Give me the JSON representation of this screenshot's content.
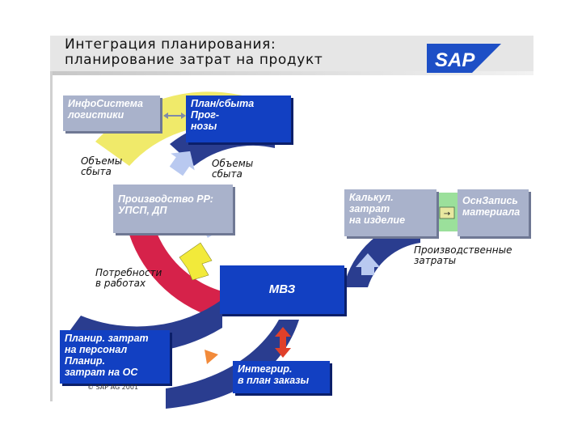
{
  "header": {
    "title_line1": "Интеграция планирования:",
    "title_line2": "планирование затрат на продукт",
    "logo_text": "SAP"
  },
  "nodes": {
    "infosystem": {
      "line1": "ИнфоСистема",
      "line2": "логистики"
    },
    "sales_plan": {
      "line1": "План/сбыта",
      "line2": "Прог-",
      "line3": "нозы"
    },
    "production": {
      "line1": "Производство РР:",
      "line2": "УПСП, ДП"
    },
    "costing": {
      "line1": "Калькул.",
      "line2": "затрат",
      "line3": "на изделие"
    },
    "material": {
      "line1": "ОснЗапись",
      "line2": "материала"
    },
    "mrp": {
      "line1": "МВЗ"
    },
    "personnel": {
      "line1": "Планир. затрат",
      "line2": "на персонал",
      "line3": "Планир.",
      "line4": "затрат на ОС"
    },
    "orders": {
      "line1": "Интегрир.",
      "line2": "в план заказы"
    }
  },
  "labels": {
    "sales_volume_left": {
      "line1": "Объемы",
      "line2": "сбыта"
    },
    "sales_volume_right": {
      "line1": "Объемы",
      "line2": "сбыта"
    },
    "activity_needs": {
      "line1": "Потребности",
      "line2": "в работах"
    },
    "production_costs": {
      "line1": "Производственные",
      "line2": "затраты"
    }
  },
  "footer": {
    "copyright": "© SAP AG 2001"
  },
  "colors": {
    "dark_blue": "#1240c2",
    "grey_box": "#a9b2cb",
    "ring_navy": "#2a3d8f",
    "ring_yellow": "#f0ea6a",
    "ring_red": "#d6224a",
    "arrow_light": "#b9c9f0",
    "arrow_yellow": "#f2ea3a",
    "arrow_orange": "#f28a3a",
    "green_link": "#9be09b"
  }
}
